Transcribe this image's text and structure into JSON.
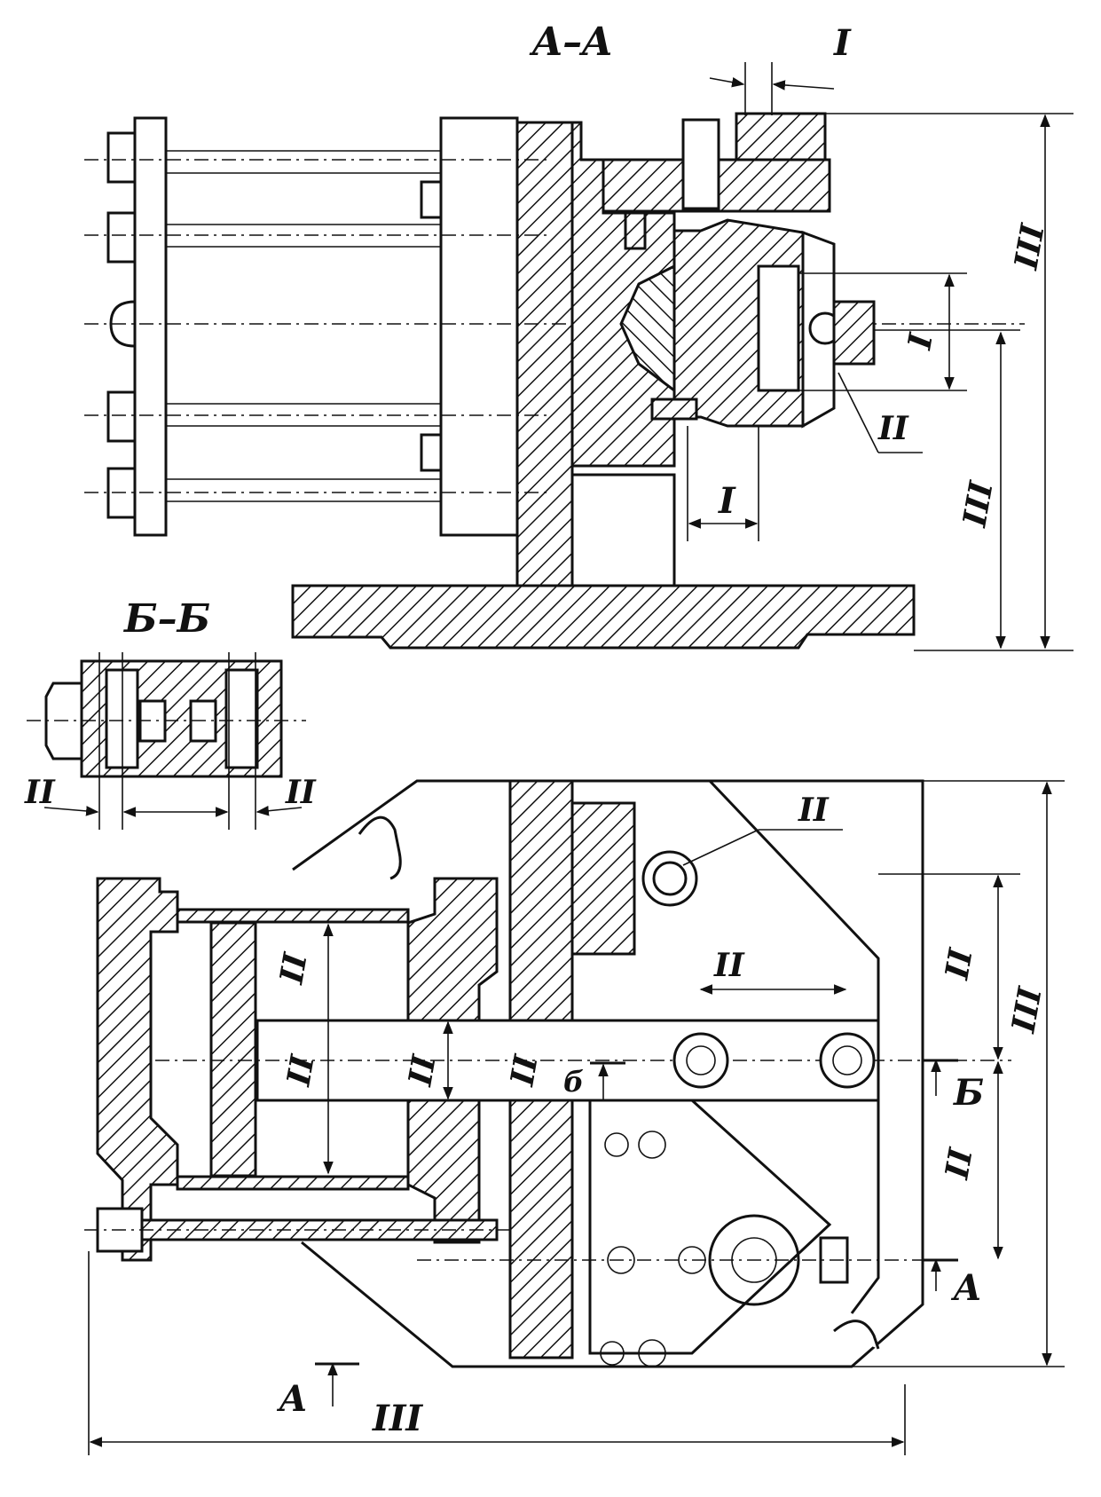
{
  "sections": {
    "a_a": "A–A",
    "b_b": "Б–Б"
  },
  "cut_marks": {
    "a_bottom": "A",
    "a_right": "A",
    "b_right": "Б",
    "b_small": "б"
  },
  "dims": {
    "roman_1": "I",
    "roman_2": "II",
    "roman_3": "III"
  },
  "colors": {
    "ink": "#111111",
    "paper": "#ffffff"
  }
}
